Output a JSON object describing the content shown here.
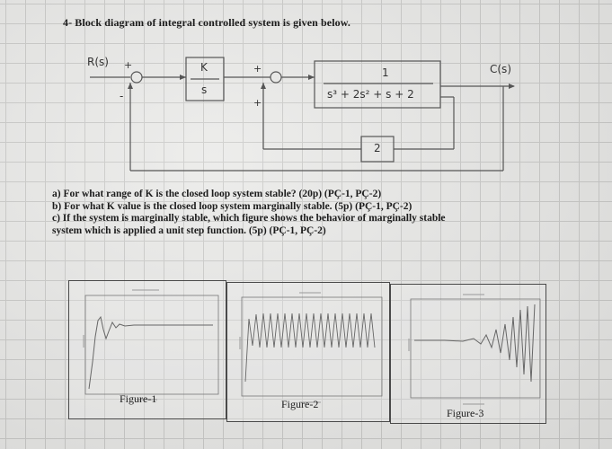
{
  "question": {
    "title": "4- Block diagram of integral controlled system is given below."
  },
  "block_diagram": {
    "input_label": "R(s)",
    "output_label": "C(s)",
    "sum1_plus": "+",
    "sum1_minus": "-",
    "sum2_plus_top": "+",
    "sum2_plus_bottom": "+",
    "controller_num": "K",
    "controller_den": "s",
    "plant_num": "1",
    "plant_den": "s³ + 2s² + s + 2",
    "feedback_gain": "2"
  },
  "parts": [
    "a) For what range of K is the closed loop system stable? (20p) (PÇ-1, PÇ-2)",
    "b) For what K value is the closed loop system marginally stable. (5p) (PÇ-1, PÇ-2)",
    "c) If the system is marginally stable, which figure shows the behavior of marginally stable",
    "system which is applied a unit step function. (5p) (PÇ-1, PÇ-2)"
  ],
  "figures": [
    {
      "label": "Figure-1"
    },
    {
      "label": "Figure-2"
    },
    {
      "label": "Figure-3"
    }
  ],
  "colors": {
    "ink": "#1c1c1c",
    "line": "#555555",
    "grid": "#c9c9c7"
  }
}
